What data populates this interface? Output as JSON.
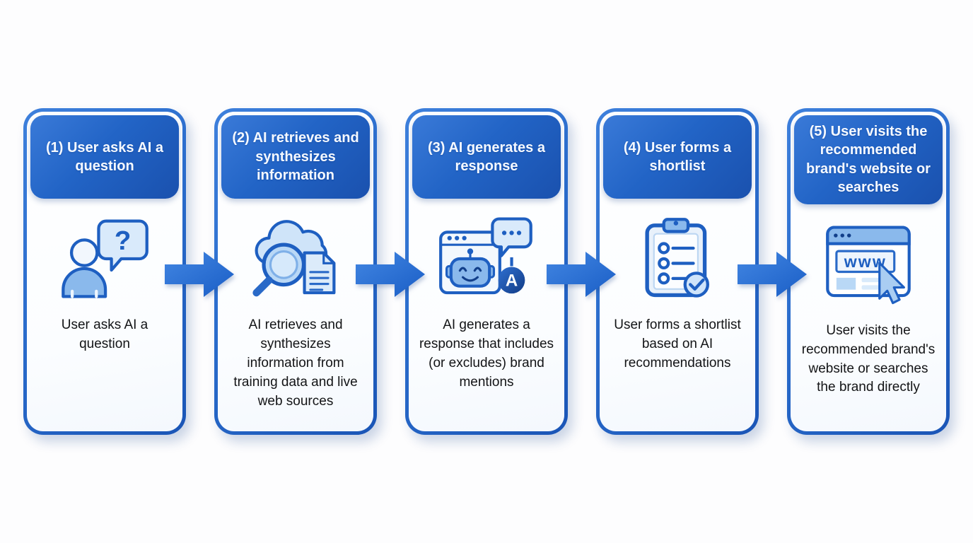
{
  "diagram": {
    "type": "process-flow",
    "direction": "left-to-right",
    "step_count": 5
  },
  "colors": {
    "background": "#fdfdfe",
    "primary_blue": "#1e5fc1",
    "header_gradient_start": "#3a7ad8",
    "header_gradient_end": "#1a51ae",
    "card_border_gradient_start": "#3e80dc",
    "card_border_gradient_end": "#1a55b6",
    "light_blue_fill": "#d9eafb",
    "mid_blue_fill": "#8ab9ec",
    "arrow_gradient_start": "#4286e2",
    "arrow_gradient_end": "#1a5ec6",
    "header_text": "#f5f9ff",
    "body_text": "#131416"
  },
  "steps": [
    {
      "number": "1",
      "header": "(1) User asks AI a question",
      "body": "User asks AI a question",
      "icon": "person-question-bubble-icon"
    },
    {
      "number": "2",
      "header": "(2) AI retrieves and synthesizes information",
      "body": "AI retrieves and synthesizes information from training data and live web sources",
      "icon": "cloud-magnifier-document-icon"
    },
    {
      "number": "3",
      "header": "(3) AI generates a response",
      "body": "AI generates a response that includes (or excludes) brand mentions",
      "icon": "robot-browser-chat-icon"
    },
    {
      "number": "4",
      "header": "(4) User forms a shortlist",
      "body": "User forms a shortlist based on AI recommendations",
      "icon": "clipboard-checklist-icon"
    },
    {
      "number": "5",
      "header": "(5) User visits the recommended brand's website or searches",
      "body": "User visits the recommended brand's website or searches the brand directly",
      "icon": "browser-www-cursor-icon"
    }
  ],
  "icon_text": {
    "question_mark": "?",
    "ai_badge_letter": "A",
    "www_label": "www"
  }
}
